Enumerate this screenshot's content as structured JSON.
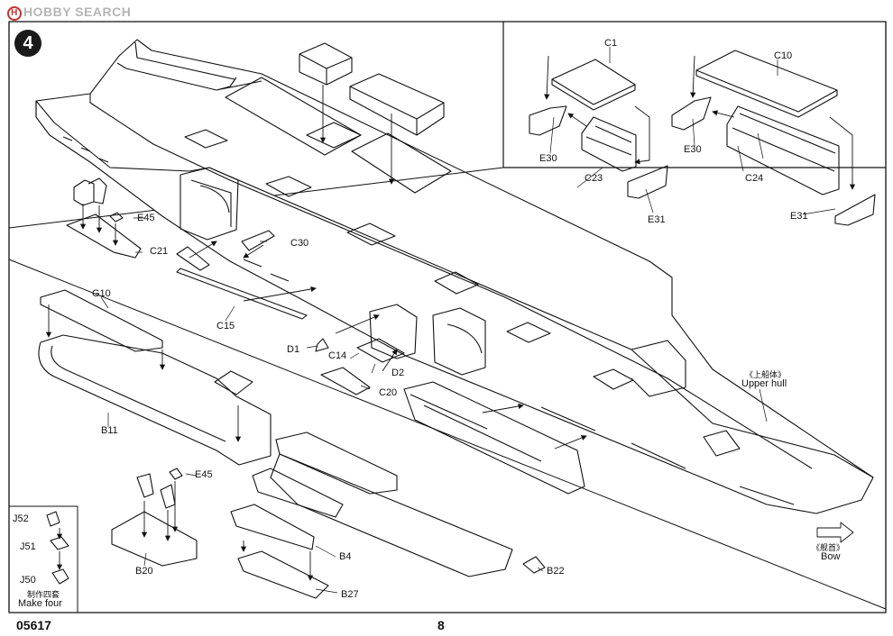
{
  "watermark": "HOBBY SEARCH",
  "step_number": "4",
  "footer": {
    "code": "05617",
    "page": "8"
  },
  "hull": {
    "upper_hull_cn": "《上船体》",
    "upper_hull_en": "Upper hull",
    "bow_cn": "《舰首》",
    "bow_en": "Bow"
  },
  "make_four": {
    "cn": "制作四套",
    "en": "Make four"
  },
  "inset": {
    "left": {
      "top": "C1",
      "side": "E30",
      "well": "C23",
      "end": "E31"
    },
    "right": {
      "top": "C10",
      "side": "E30",
      "well": "C24",
      "end": "E31"
    }
  },
  "parts": {
    "E45_a": "E45",
    "C21": "C21",
    "C30": "C30",
    "C15": "C15",
    "D1": "D1",
    "C14": "C14",
    "D2": "D2",
    "C20": "C20",
    "G10": "G10",
    "B11": "B11",
    "E45_b": "E45",
    "B20": "B20",
    "J52": "J52",
    "J51": "J51",
    "J50": "J50",
    "B4": "B4",
    "B27": "B27",
    "B22": "B22"
  }
}
